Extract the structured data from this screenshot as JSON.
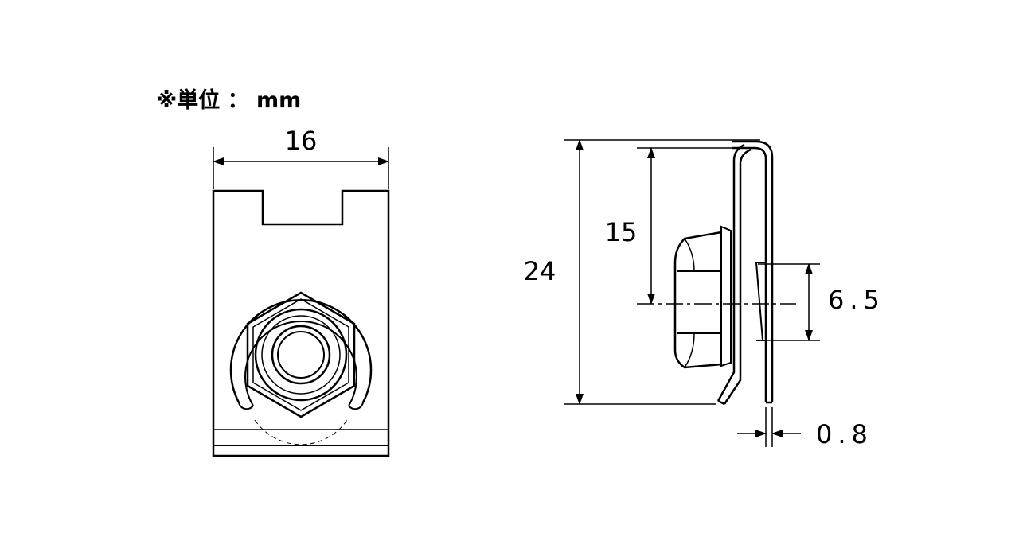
{
  "unit_note": "※単位 ： mm",
  "dimensions": {
    "width": "16",
    "height": "24",
    "hole_center": "15",
    "offset": "6.5",
    "thickness": "0.8"
  },
  "colors": {
    "line": "#000000",
    "background": "#ffffff"
  }
}
